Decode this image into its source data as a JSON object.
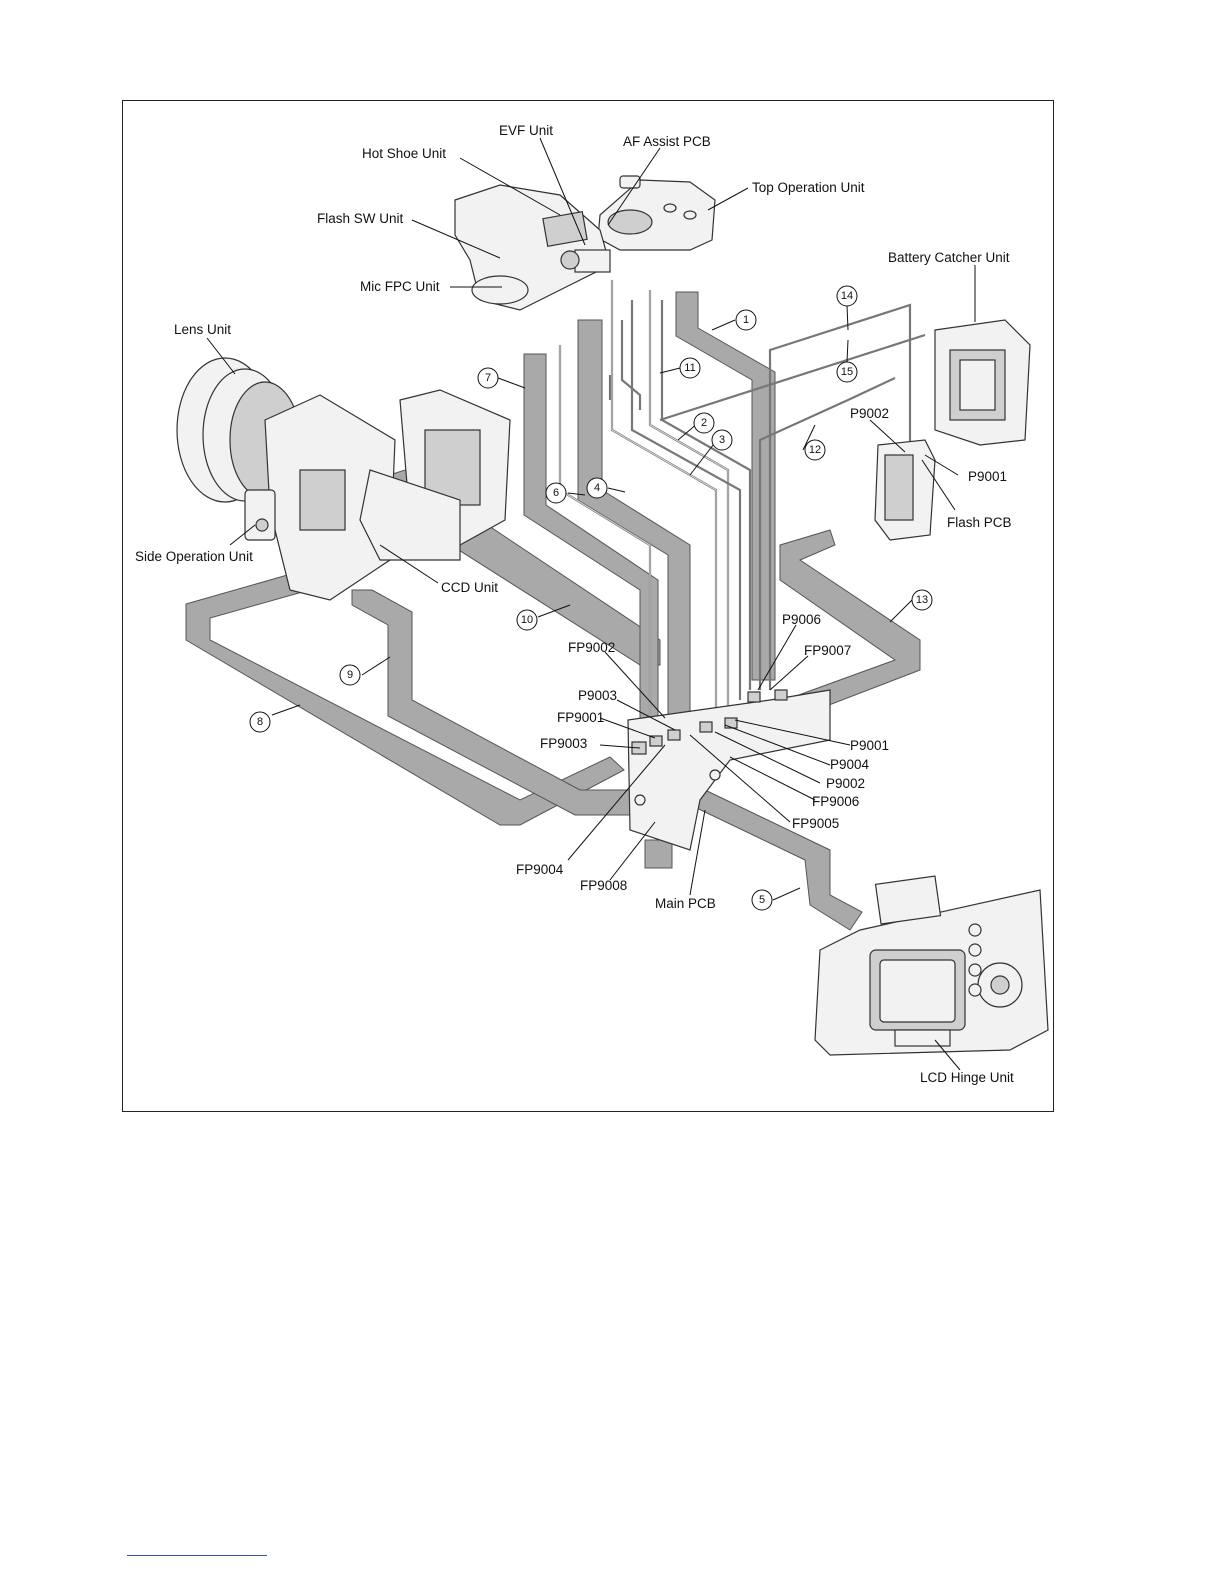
{
  "labels": {
    "evf_unit": "EVF Unit",
    "af_assist_pcb": "AF Assist PCB",
    "hot_shoe_unit": "Hot Shoe Unit",
    "top_operation_unit": "Top Operation Unit",
    "flash_sw_unit": "Flash SW Unit",
    "battery_catcher_unit": "Battery Catcher Unit",
    "mic_fpc_unit": "Mic FPC Unit",
    "lens_unit": "Lens Unit",
    "side_operation_unit": "Side Operation Unit",
    "ccd_unit": "CCD Unit",
    "flash_pcb": "Flash PCB",
    "main_pcb": "Main PCB",
    "lcd_hinge_unit": "LCD Hinge Unit"
  },
  "connectors": {
    "p9002_flash": "P9002",
    "p9001_flash": "P9001",
    "fp9002": "FP9002",
    "p9006_top": "P9006",
    "fp9007": "FP9007",
    "p9003": "P9003",
    "fp9001": "FP9001",
    "fp9003": "FP9003",
    "p9001_main": "P9001",
    "p9004": "P9004",
    "p9002_main": "P9002",
    "fp9006": "FP9006",
    "fp9005": "FP9005",
    "fp9004": "FP9004",
    "fp9008": "FP9008"
  },
  "cable_numbers": [
    "1",
    "2",
    "3",
    "4",
    "5",
    "6",
    "7",
    "8",
    "9",
    "10",
    "11",
    "12",
    "13",
    "14",
    "15"
  ]
}
